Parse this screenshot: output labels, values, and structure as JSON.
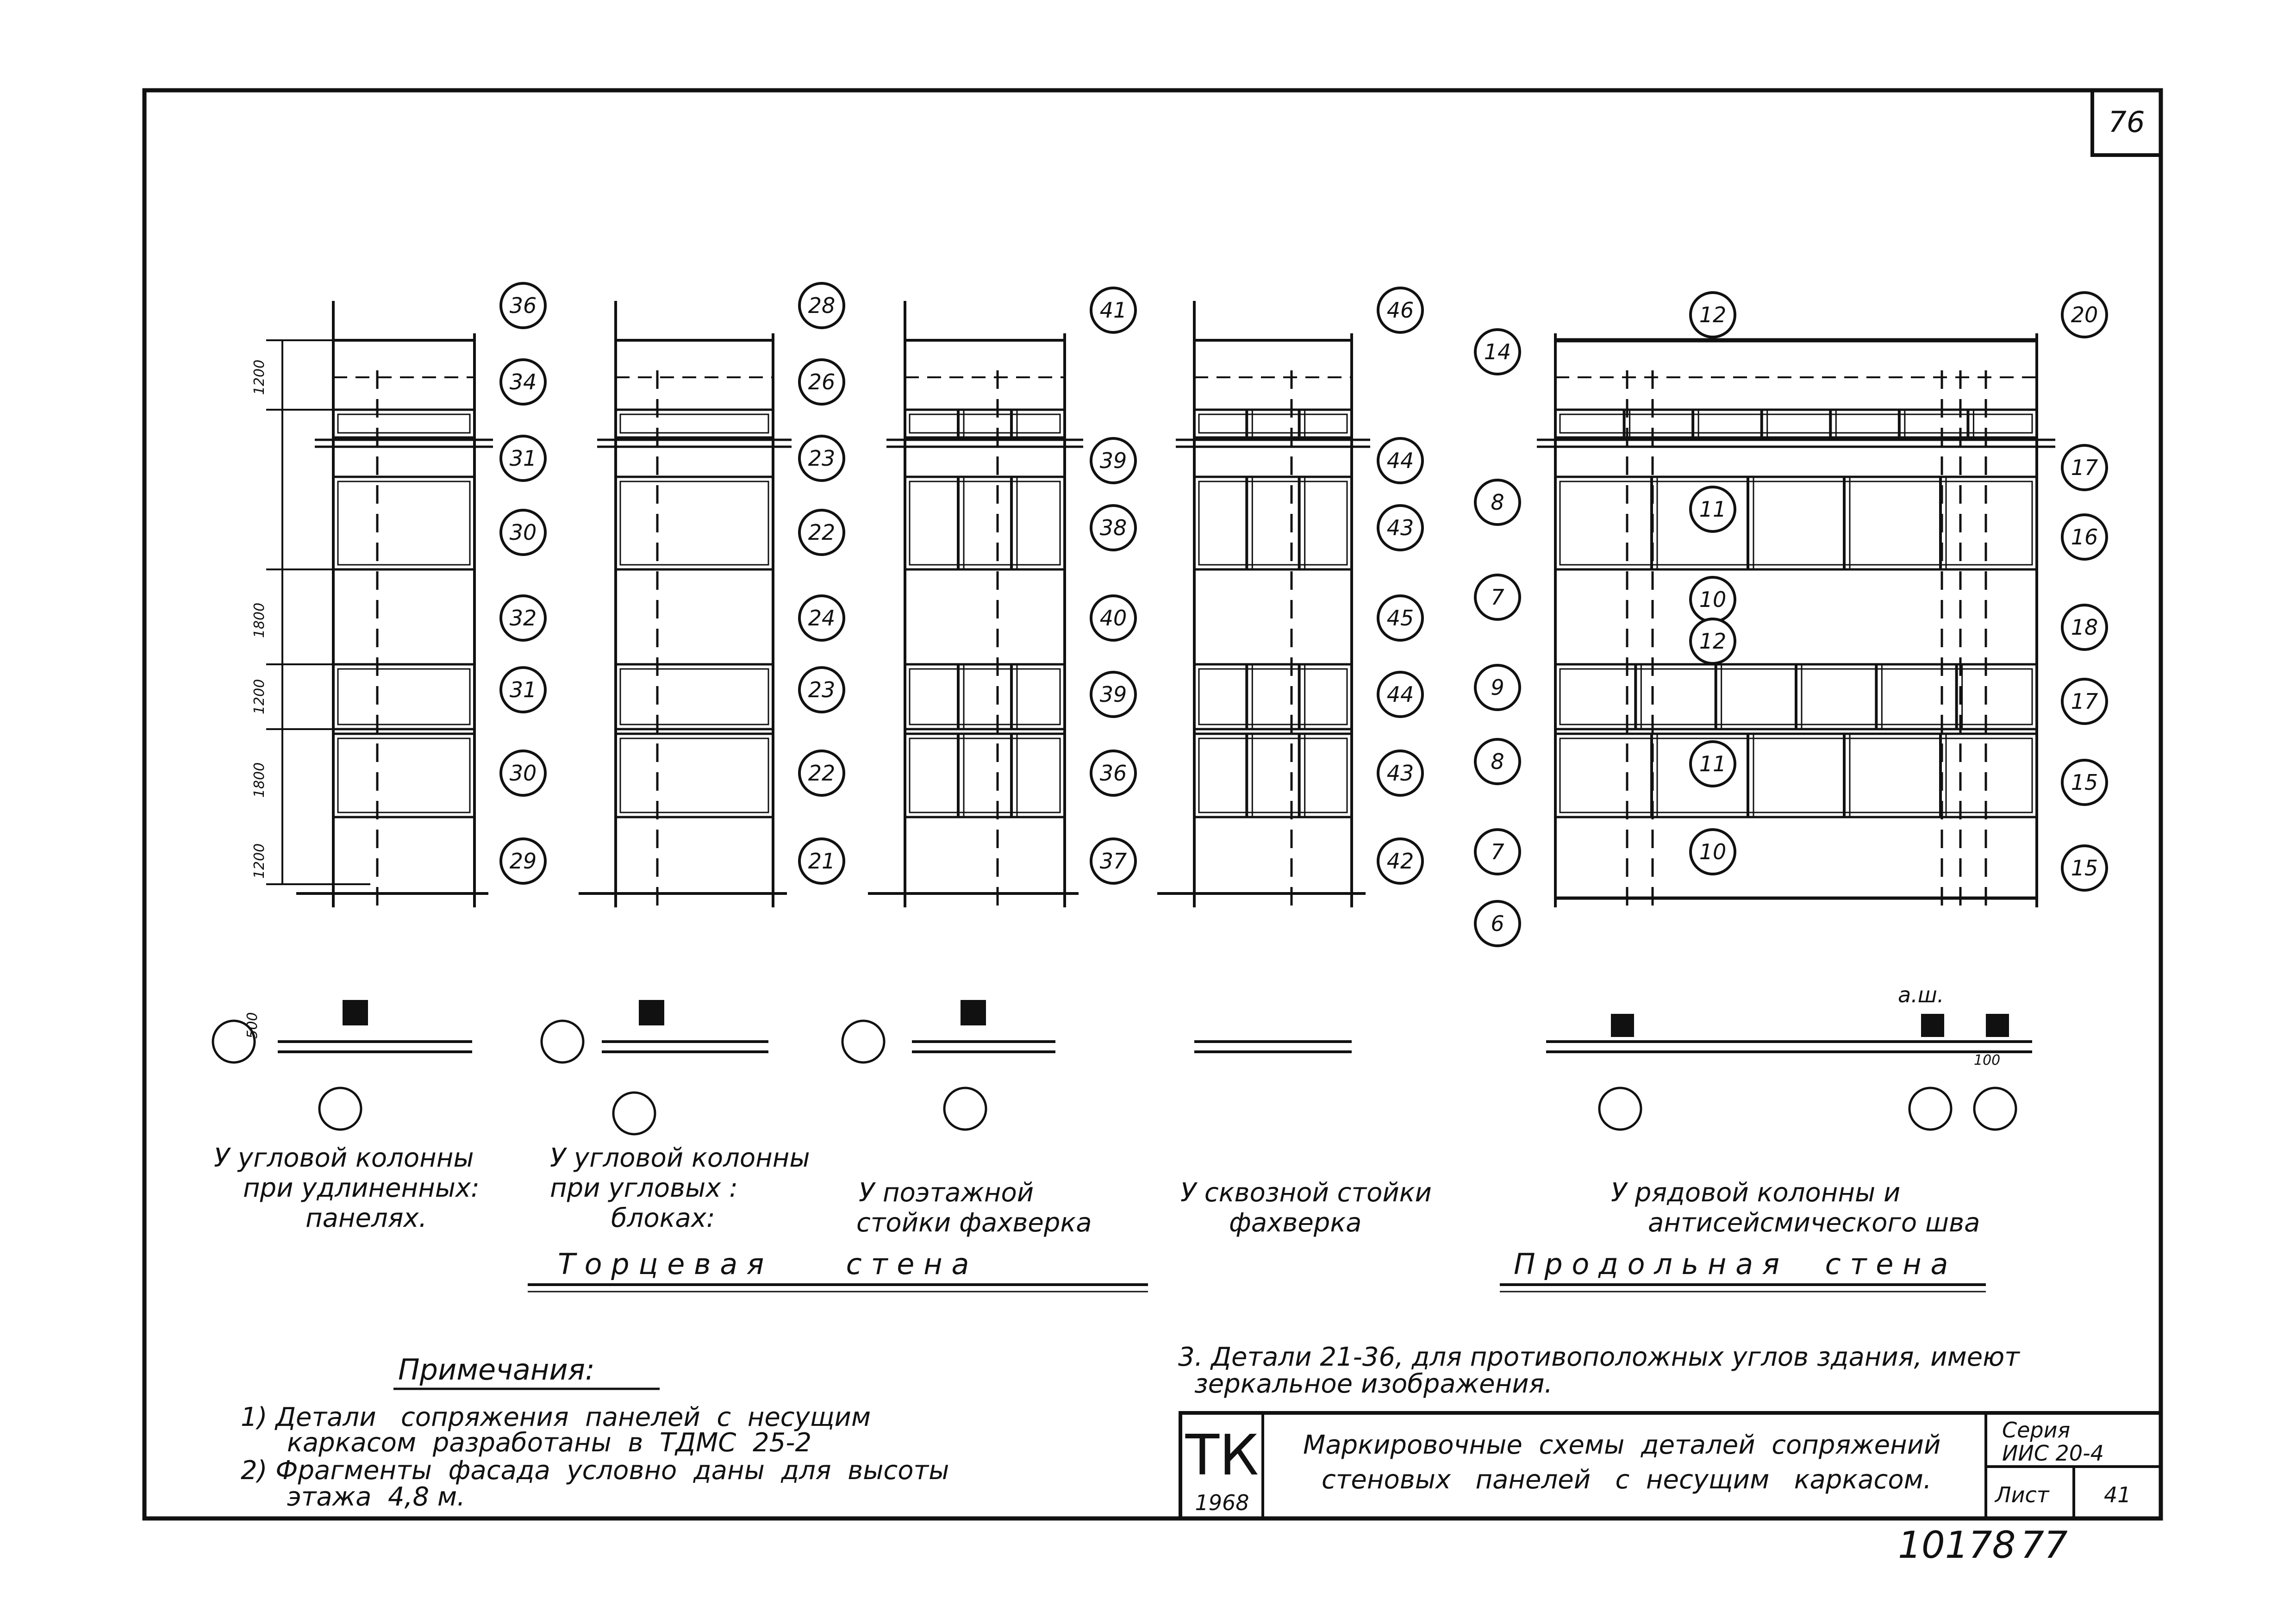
{
  "sheet": {
    "page_number": "76",
    "bottom_number": "10178",
    "bottom_page": "77"
  },
  "callouts": {
    "e1": [
      "36",
      "34",
      "31",
      "30",
      "32",
      "31",
      "30",
      "29"
    ],
    "e2": [
      "28",
      "26",
      "23",
      "22",
      "24",
      "23",
      "22",
      "21"
    ],
    "e3": [
      "41",
      "39",
      "38",
      "40",
      "39",
      "36",
      "37"
    ],
    "e4": [
      "46",
      "44",
      "43",
      "45",
      "44",
      "43",
      "42"
    ],
    "long_left": [
      "14",
      "8",
      "7",
      "9",
      "8",
      "7",
      "6"
    ],
    "long_inner": [
      "12",
      "11",
      "10",
      "12",
      "11",
      "10"
    ],
    "long_right": [
      "20",
      "17",
      "16",
      "18",
      "17",
      "15",
      "15"
    ]
  },
  "dims": {
    "a": "1200",
    "b": "1800",
    "c": "1200",
    "d": "1800",
    "e": "1200",
    "plan_500": "500",
    "plan_100": "100",
    "plan_ash": "а.ш."
  },
  "captions": {
    "c1": [
      "У угловой колонны",
      "при удлиненных:",
      "панелях."
    ],
    "c2": [
      "У угловой колонны",
      "при угловых :",
      "блоках:"
    ],
    "c3": [
      "У поэтажной",
      "стойки фахверка"
    ],
    "c4": [
      "У сквозной стойки",
      "фахверка"
    ],
    "c5": [
      "У рядовой колонны и",
      "антисейсмического шва"
    ]
  },
  "section_titles": {
    "end_wall": "Т о р ц е в а я         с т е н а",
    "long_wall": "П р о д о л ь н а я     с т е н а"
  },
  "notes": {
    "heading": "Примечания:",
    "n1": [
      "1) Детали   сопряжения  панелей  с  несущим",
      "каркасом  разработаны  в  ТДМС  25-2"
    ],
    "n2": [
      "2) Фрагменты  фасада  условно  даны  для  высоты",
      "этажа  4,8 м."
    ],
    "n3": [
      "3. Детали  21-36, для противоположных углов здания, имеют",
      "зеркальное  изображения."
    ]
  },
  "title_block": {
    "code": "ТК",
    "year": "1968",
    "title_line1": "Маркировочные  схемы  деталей  сопряжений",
    "title_line2": "стеновых   панелей   с  несущим   каркасом.",
    "series_label": "Серия",
    "series_value": "ИИС 20-4",
    "sheet_label": "Лист",
    "sheet_value": "41"
  }
}
